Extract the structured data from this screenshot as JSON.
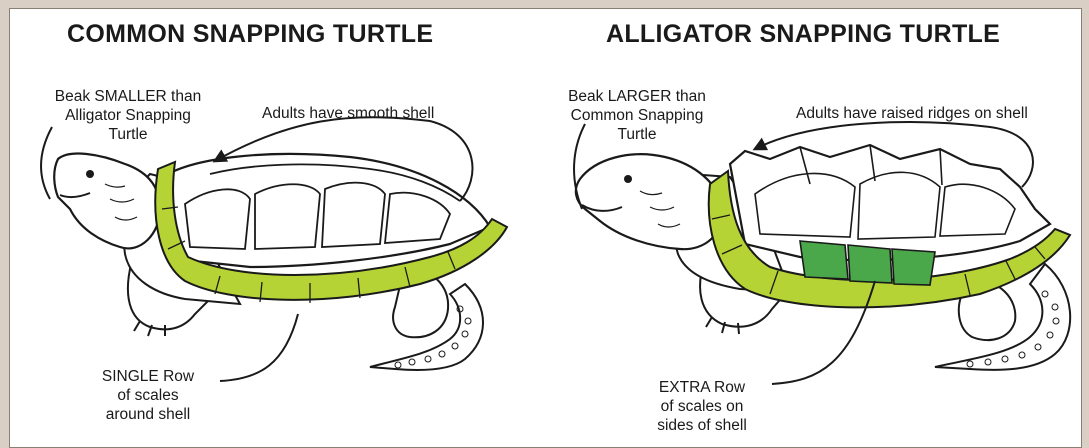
{
  "left_panel": {
    "title": "COMMON SNAPPING TURTLE",
    "beak_label": "Beak SMALLER than\nAlligator Snapping\nTurtle",
    "shell_label": "Adults have smooth shell",
    "scales_label": "SINGLE Row\nof scales\naround shell"
  },
  "right_panel": {
    "title": "ALLIGATOR SNAPPING TURTLE",
    "beak_label": "Beak LARGER than\nCommon Snapping\nTurtle",
    "shell_label": "Adults have raised ridges on shell",
    "scales_label": "EXTRA Row\nof scales on\nsides of shell"
  },
  "colors": {
    "marginal_scales": "#b5d334",
    "extra_scales": "#4aa84a",
    "outline": "#1a1a1a",
    "background": "#ffffff",
    "frame": "#d9cfc4"
  }
}
